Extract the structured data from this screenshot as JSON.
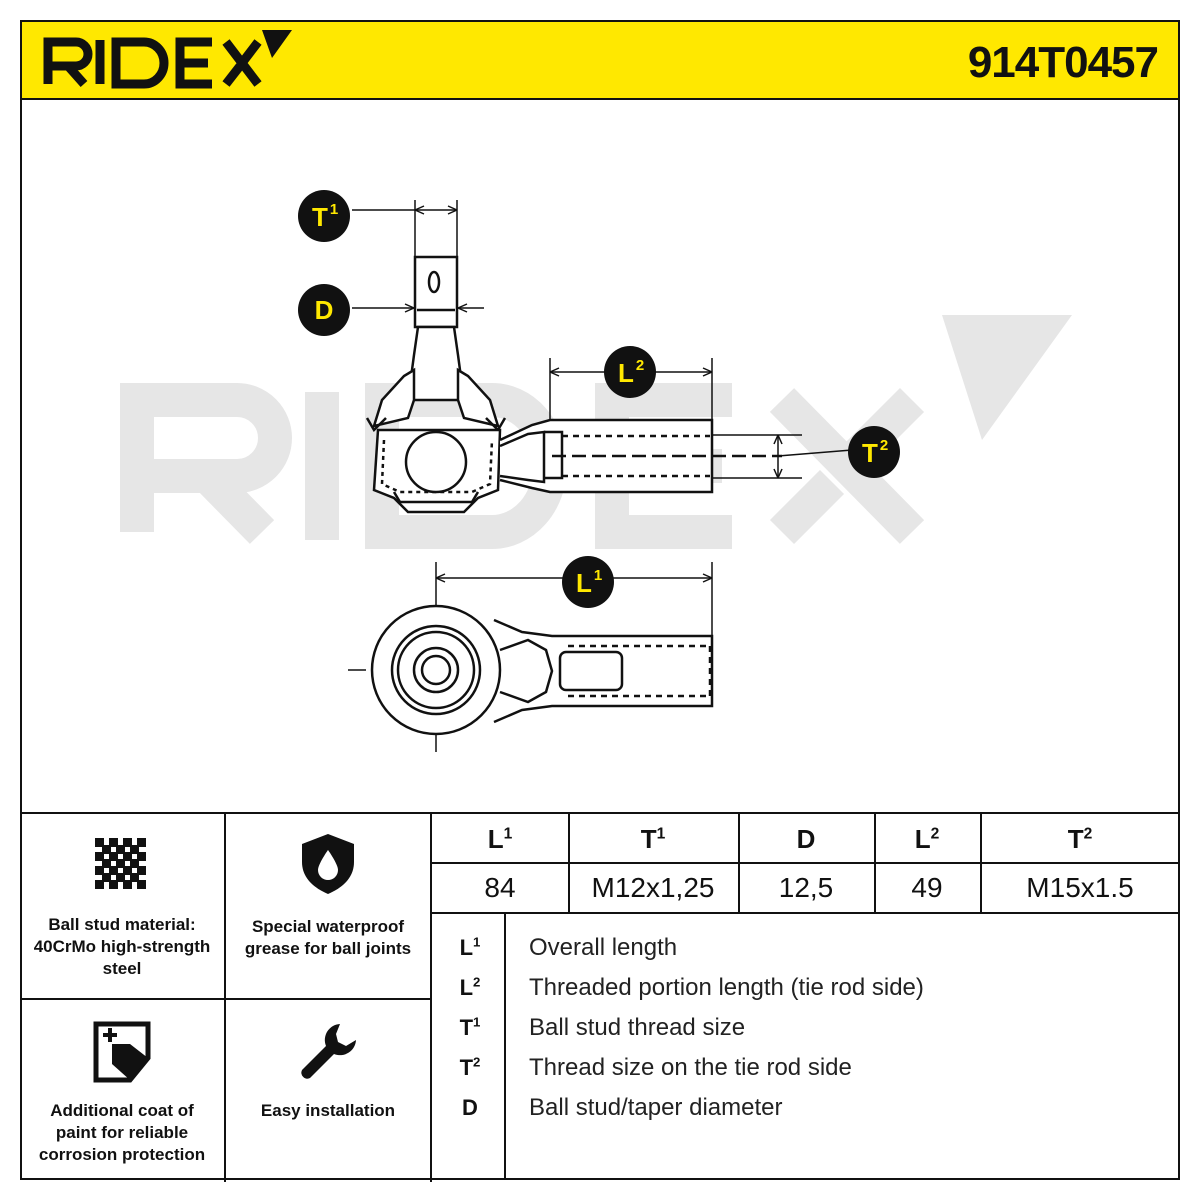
{
  "header": {
    "brand": "RIDEX",
    "part_number": "914T0457",
    "bg_color": "#ffe800"
  },
  "diagram": {
    "watermark": "RIDEX",
    "callouts": {
      "t1": {
        "letter": "T",
        "sub": "1"
      },
      "d": {
        "letter": "D",
        "sub": ""
      },
      "l2": {
        "letter": "L",
        "sub": "2"
      },
      "t2": {
        "letter": "T",
        "sub": "2"
      },
      "l1": {
        "letter": "L",
        "sub": "1"
      }
    }
  },
  "features": [
    {
      "icon": "grid-icon",
      "text": "Ball stud material: 40CrMo high-strength steel"
    },
    {
      "icon": "droplet-shield-icon",
      "text": "Special waterproof grease for ball joints"
    },
    {
      "icon": "paint-coat-icon",
      "text": "Additional coat of paint for reliable corrosion protection"
    },
    {
      "icon": "wrench-icon",
      "text": "Easy installation"
    }
  ],
  "specs": {
    "headers": [
      {
        "letter": "L",
        "sub": "1"
      },
      {
        "letter": "T",
        "sub": "1"
      },
      {
        "letter": "D",
        "sub": ""
      },
      {
        "letter": "L",
        "sub": "2"
      },
      {
        "letter": "T",
        "sub": "2"
      }
    ],
    "values": [
      "84",
      "M12x1,25",
      "12,5",
      "49",
      "M15x1.5"
    ]
  },
  "legend": [
    {
      "letter": "L",
      "sub": "1",
      "desc": "Overall length"
    },
    {
      "letter": "L",
      "sub": "2",
      "desc": "Threaded portion length (tie rod side)"
    },
    {
      "letter": "T",
      "sub": "1",
      "desc": "Ball stud thread size"
    },
    {
      "letter": "T",
      "sub": "2",
      "desc": "Thread size on the tie rod side"
    },
    {
      "letter": "D",
      "sub": "",
      "desc": "Ball stud/taper diameter"
    }
  ],
  "colors": {
    "callout_bg": "#111111",
    "callout_text": "#ffe800",
    "watermark": "#e6e6e6"
  }
}
